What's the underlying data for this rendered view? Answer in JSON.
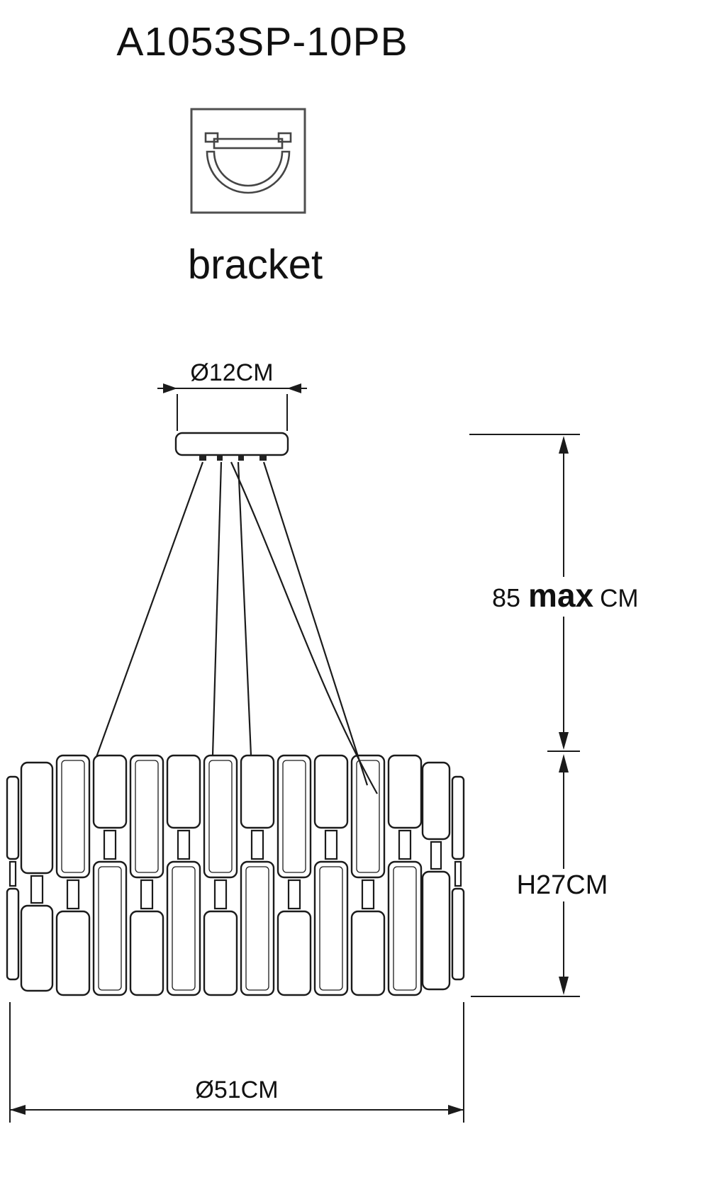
{
  "title": "A1053SP-10PB",
  "bracket_label": "bracket",
  "dims": {
    "canopy_diameter": "Ø12CM",
    "suspension_value": "85",
    "suspension_max": "max",
    "suspension_unit": "CM",
    "shade_height": "H27CM",
    "shade_diameter": "Ø51CM"
  },
  "icons": {
    "bracket_icon": "mounting-bracket-top-view"
  },
  "colors": {
    "line": "#1b1b1b",
    "icon_line": "#4f4f4f",
    "background": "#ffffff"
  }
}
